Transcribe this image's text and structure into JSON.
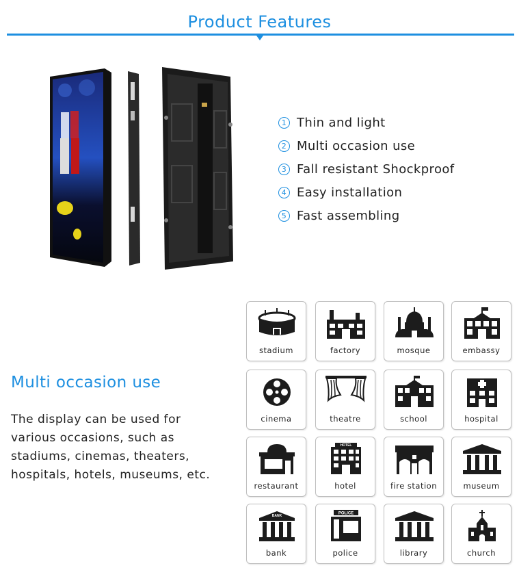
{
  "header": {
    "title": "Product Features"
  },
  "features": [
    {
      "num": "1",
      "text": "Thin and light"
    },
    {
      "num": "2",
      "text": "Multi occasion use"
    },
    {
      "num": "3",
      "text": "Fall resistant Shockproof"
    },
    {
      "num": "4",
      "text": "Easy installation"
    },
    {
      "num": "5",
      "text": "Fast assembling"
    }
  ],
  "section": {
    "heading": "Multi occasion use",
    "lines": [
      "The display can be used for",
      "various occasions, such as",
      "stadiums, cinemas, theaters,",
      "hospitals, hotels, museums, etc."
    ]
  },
  "occasions": [
    {
      "label": "stadium",
      "icon": "stadium-icon"
    },
    {
      "label": "factory",
      "icon": "factory-icon"
    },
    {
      "label": "mosque",
      "icon": "mosque-icon"
    },
    {
      "label": "embassy",
      "icon": "embassy-icon"
    },
    {
      "label": "cinema",
      "icon": "film-reel-icon"
    },
    {
      "label": "theatre",
      "icon": "curtain-icon"
    },
    {
      "label": "school",
      "icon": "school-icon"
    },
    {
      "label": "hospital",
      "icon": "hospital-icon"
    },
    {
      "label": "restaurant",
      "icon": "restaurant-icon"
    },
    {
      "label": "hotel",
      "icon": "hotel-icon"
    },
    {
      "label": "fire station",
      "icon": "fire-station-icon"
    },
    {
      "label": "museum",
      "icon": "museum-icon"
    },
    {
      "label": "bank",
      "icon": "bank-icon"
    },
    {
      "label": "police",
      "icon": "police-icon"
    },
    {
      "label": "library",
      "icon": "library-icon"
    },
    {
      "label": "church",
      "icon": "church-icon"
    }
  ],
  "icon_signs": {
    "bank": "BANK",
    "police": "POLICE",
    "hotel": "HOTEL"
  },
  "colors": {
    "accent": "#1d8fe0",
    "icon": "#1c1c1c",
    "tile_border": "#bfbfbf"
  }
}
